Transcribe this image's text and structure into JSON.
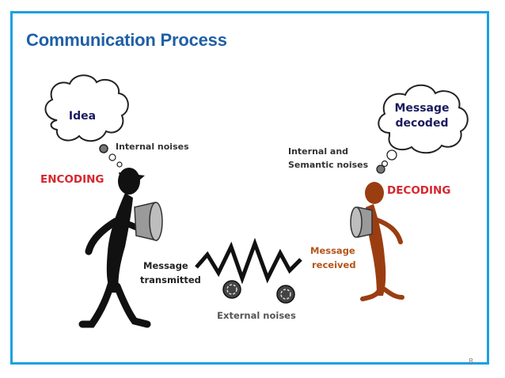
{
  "slide": {
    "title": "Communication Process",
    "page_number": "8"
  },
  "diagram": {
    "sender_thought": "Idea",
    "sender_noise": "Internal noises",
    "encoding": "ENCODING",
    "message_out_line1": "Message",
    "message_out_line2": "transmitted",
    "external_noise": "External noises",
    "receiver_noise_line1": "Internal and",
    "receiver_noise_line2": "Semantic noises",
    "receiver_thought_line1": "Message",
    "receiver_thought_line2": "decoded",
    "decoding": "DECODING",
    "message_in_line1": "Message",
    "message_in_line2": "received"
  },
  "colors": {
    "frame": "#1ba1e2",
    "title": "#1f5fa6",
    "stage_label": "#d7262e",
    "received_label": "#b5541a",
    "sender_figure": "#111111",
    "receiver_figure": "#9a3e12"
  }
}
